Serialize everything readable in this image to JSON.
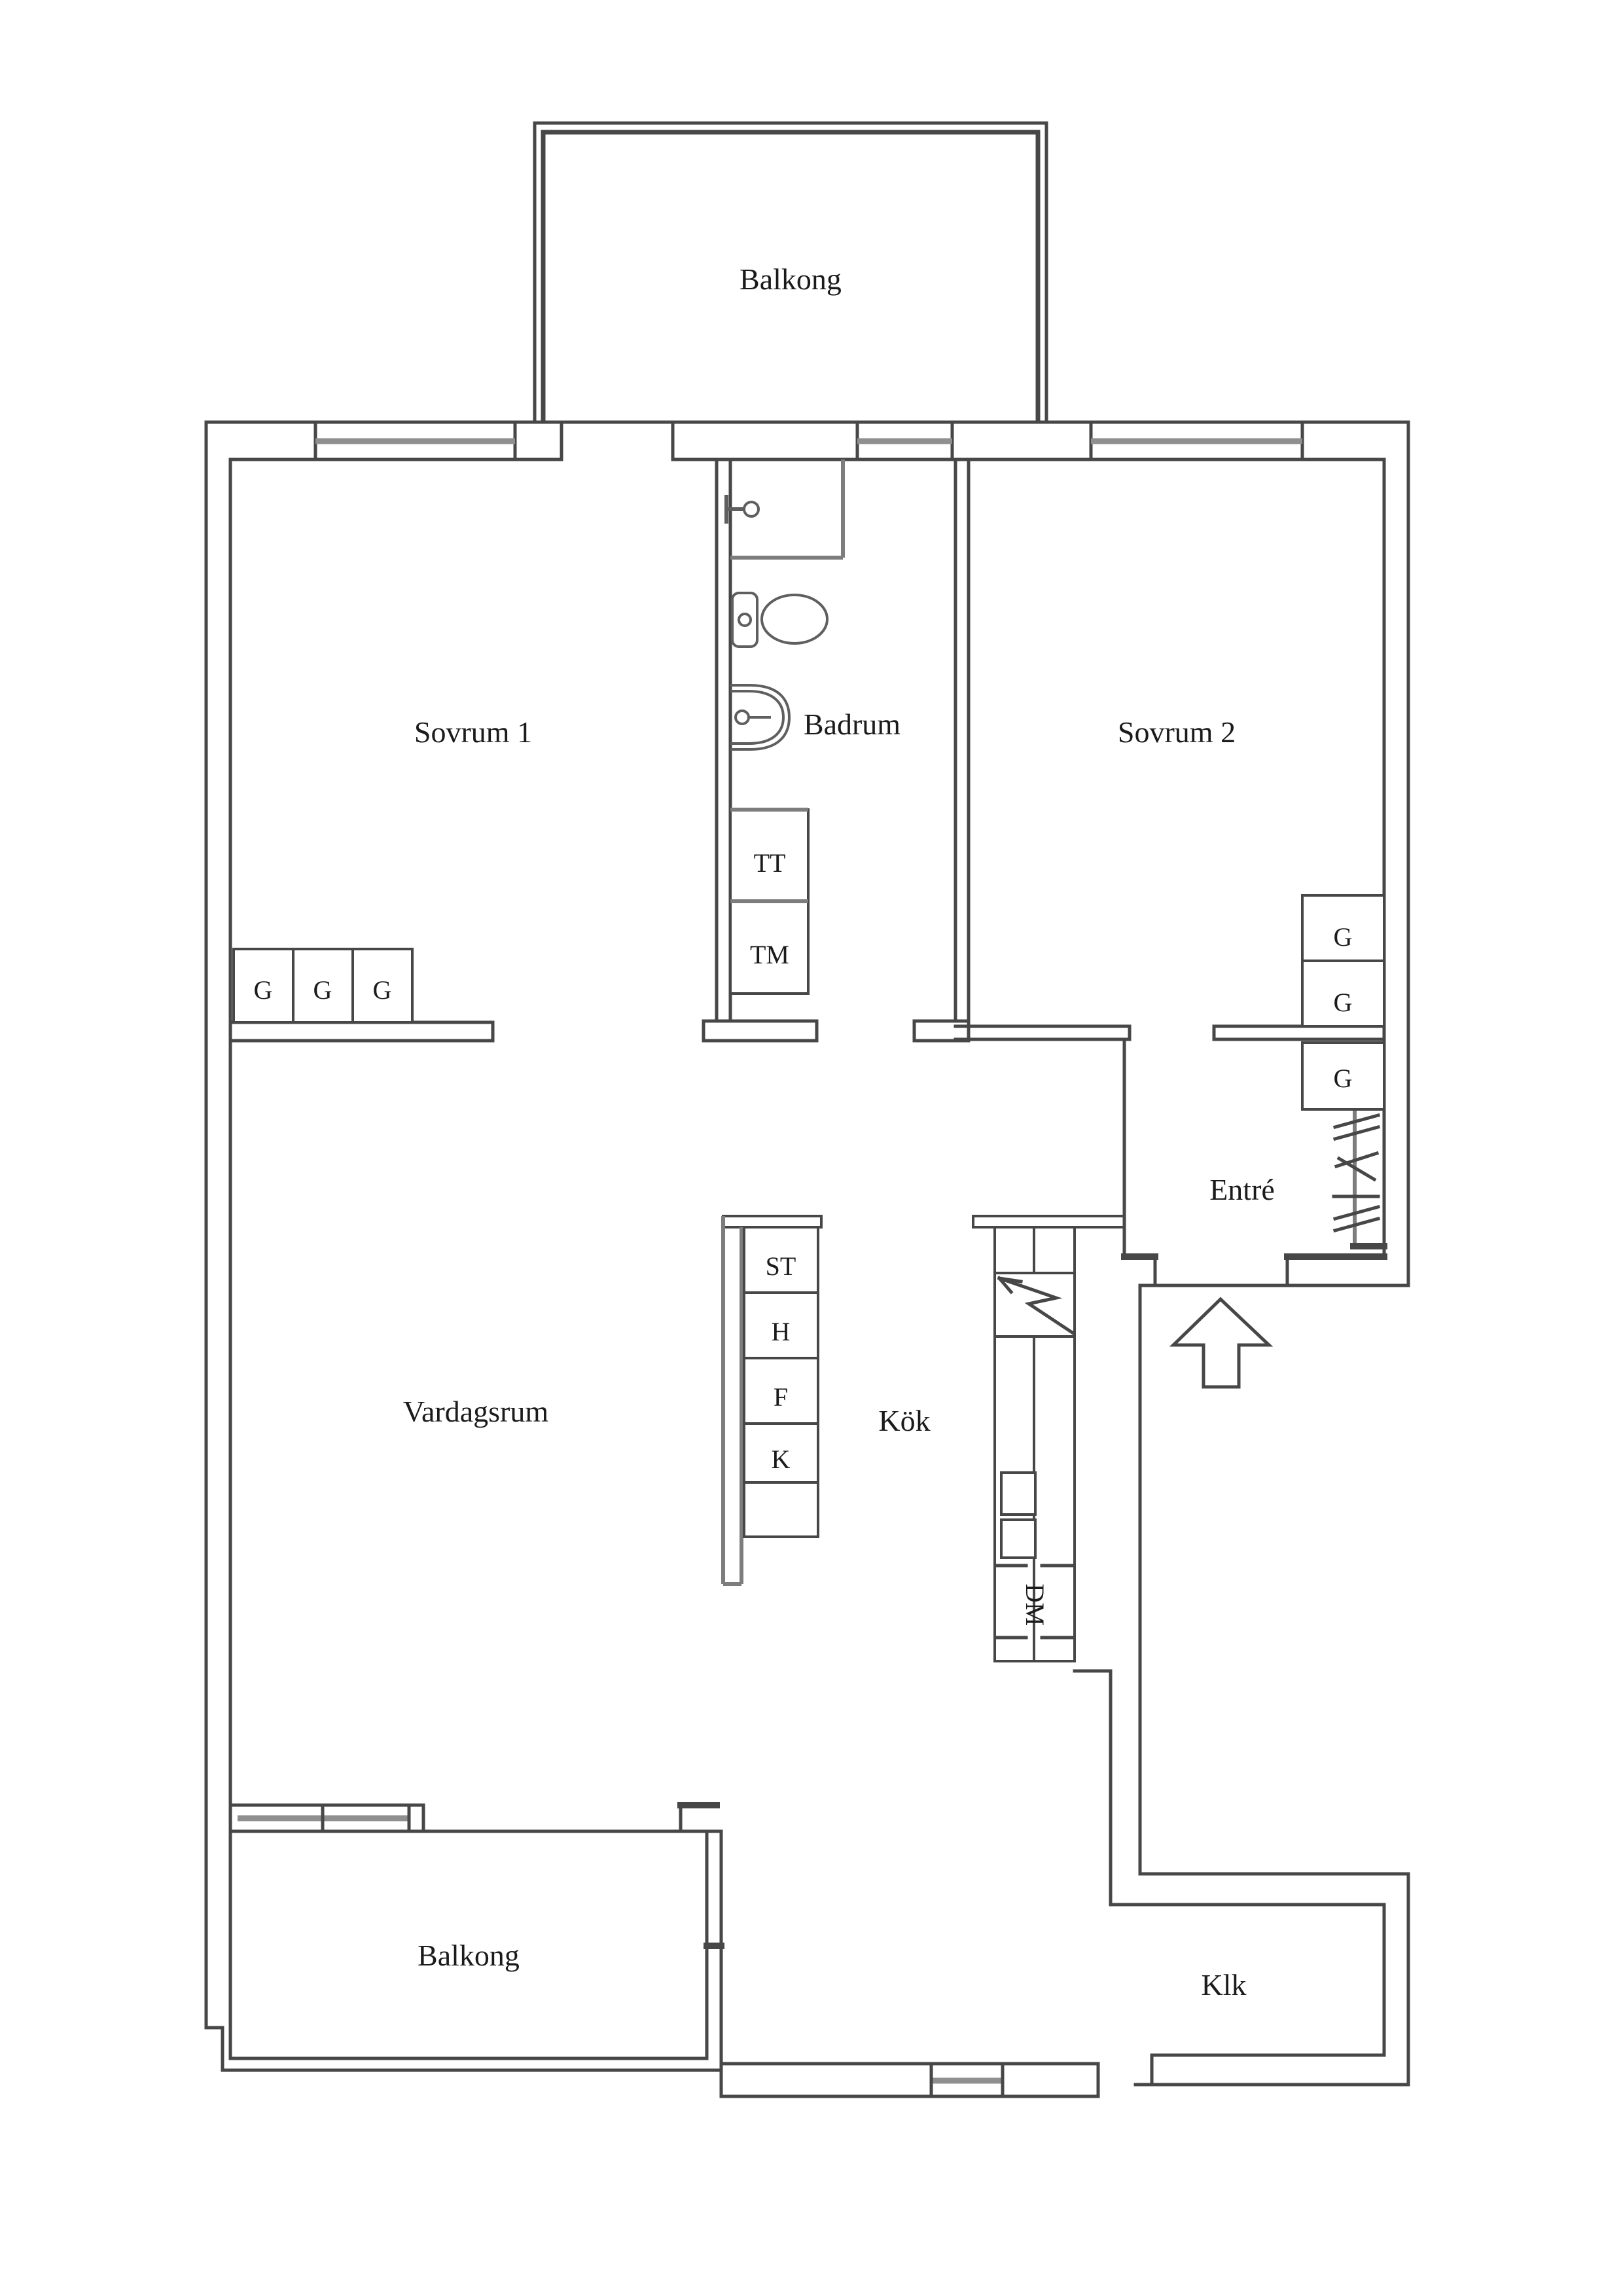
{
  "palette": {
    "background": "#ffffff",
    "wall_line": "#474747",
    "window_line": "#8f8f8f",
    "fixture_line": "#5f5f5f",
    "text": "#1b1b1b"
  },
  "rooms": {
    "balcony_top": "Balkong",
    "bedroom1": "Sovrum 1",
    "bathroom": "Badrum",
    "bedroom2": "Sovrum 2",
    "entrance": "Entré",
    "living_room": "Vardagsrum",
    "kitchen": "Kök",
    "balcony_bottom": "Balkong",
    "closet": "Klk"
  },
  "fixtures": {
    "wardrobes": [
      "G",
      "G",
      "G",
      "G",
      "G",
      "G"
    ],
    "dryer": "TT",
    "washer": "TM",
    "cleaning_cabinet": "ST",
    "shelf_cabinet": "H",
    "freezer": "F",
    "fridge": "K",
    "dishwasher": "DM"
  }
}
